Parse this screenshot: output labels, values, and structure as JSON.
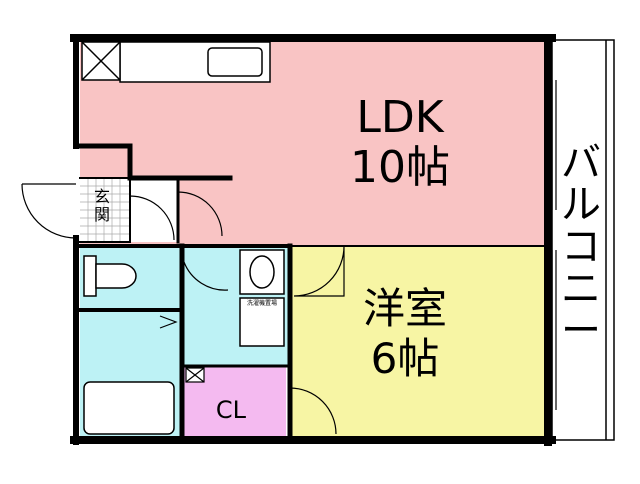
{
  "rooms": {
    "ldk": {
      "name": "LDK",
      "size": "10帖",
      "color": "#f9c4c4"
    },
    "western": {
      "name": "洋室",
      "size": "6帖",
      "color": "#f7f5a4"
    },
    "closet": {
      "name": "CL",
      "color": "#f4baf0"
    },
    "bath": {
      "color": "#bdf2f5"
    },
    "entrance": {
      "name_line1": "玄",
      "name_line2": "関"
    },
    "balcony": {
      "name_chars": [
        "バ",
        "ル",
        "コ",
        "ニ",
        "ー"
      ]
    },
    "washer": {
      "label": "洗濯機置場"
    }
  }
}
